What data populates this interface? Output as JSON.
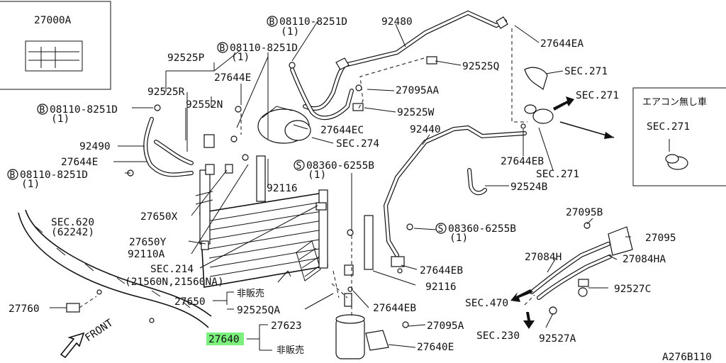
{
  "diagram": {
    "code": "A276B110",
    "highlight_part": "27640",
    "labels": {
      "p27000A": "27000A",
      "bolt1": "08110-8251D",
      "bolt1_qty": "(1)",
      "p92480": "92480",
      "p27644EA": "27644EA",
      "bolt2": "08110-8251D",
      "bolt2_qty": "(1)",
      "p92525P": "92525P",
      "p27644E_top": "27644E",
      "p92525Q": "92525Q",
      "sec271_a": "SEC.271",
      "p92525R": "92525R",
      "p27095AA": "27095AA",
      "sec271_b": "SEC.271",
      "bolt3": "08110-8251D",
      "bolt3_qty": "(1)",
      "p92552N": "92552N",
      "p92525W": "92525W",
      "jp_noac": "エアコン無し車",
      "p27644EC": "27644EC",
      "p92440": "92440",
      "sec271_c": "SEC.271",
      "p92490": "92490",
      "sec274": "SEC.274",
      "p27644E": "27644E",
      "p27644EB_a": "27644EB",
      "screw1": "08360-6255B",
      "screw1_qty": "(1)",
      "bolt4": "08110-8251D",
      "bolt4_qty": "(1)",
      "sec271_d": "SEC.271",
      "p92116_a": "92116",
      "p92524B": "92524B",
      "p27650X": "27650X",
      "sec620": "SEC.620",
      "sec620_sub": "(62242)",
      "p27095B": "27095B",
      "screw2": "08360-6255B",
      "screw2_qty": "(1)",
      "p27095": "27095",
      "p27650Y": "27650Y",
      "p92110A": "92110A",
      "p27084H": "27084H",
      "p27084HA": "27084HA",
      "sec214": "SEC.214",
      "sec214_sub": "(21560N,21560NA)",
      "p27644EB_b": "27644EB",
      "p92116_b": "92116",
      "p92527C": "92527C",
      "jp_notsold_1": "非販売",
      "p27650": "27650",
      "sec470": "SEC.470",
      "p27760": "27760",
      "p92525QA": "92525QA",
      "p27644EB_c": "27644EB",
      "p27623": "27623",
      "p27095A": "27095A",
      "sec230": "SEC.230",
      "p92527A": "92527A",
      "front": "FRONT",
      "p27640": "27640",
      "jp_notsold_2": "非販売",
      "p27640E": "27640E",
      "circ_B": "B",
      "circ_S": "S"
    }
  }
}
